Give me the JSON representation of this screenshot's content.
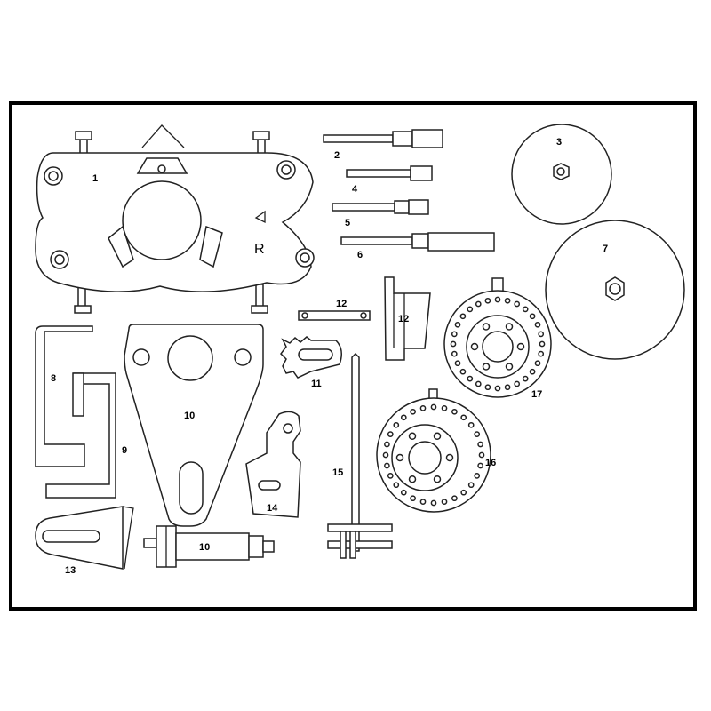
{
  "diagram": {
    "labels": {
      "p1": "1",
      "p2": "2",
      "p3": "3",
      "p4": "4",
      "p5": "5",
      "p6": "6",
      "p7": "7",
      "p8": "8",
      "p9": "9",
      "p10a": "10",
      "p10b": "10",
      "p11": "11",
      "p12a": "12",
      "p12b": "12",
      "p13": "13",
      "p14": "14",
      "p15": "15",
      "p16": "16",
      "p17": "17"
    },
    "marks": {
      "letter": "R"
    },
    "colors": {
      "frame": "#000000",
      "line": "#222222",
      "fill": "#ffffff"
    }
  }
}
